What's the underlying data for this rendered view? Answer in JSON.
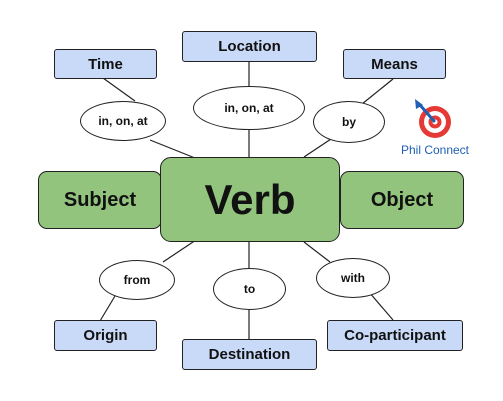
{
  "center": {
    "label": "Verb"
  },
  "subject": {
    "label": "Subject"
  },
  "object": {
    "label": "Object"
  },
  "roles": {
    "time": "Time",
    "location": "Location",
    "means": "Means",
    "origin": "Origin",
    "destination": "Destination",
    "co_participant": "Co-participant"
  },
  "prepositions": {
    "time": "in, on, at",
    "location": "in, on, at",
    "means": "by",
    "origin": "from",
    "destination": "to",
    "co_participant": "with"
  },
  "logo": {
    "text": "Phil Connect"
  },
  "colors": {
    "role_fill": "#c9daf8",
    "node_fill": "#93c47d",
    "oval_fill": "#ffffff",
    "line": "#222222",
    "logo_text": "#1f5fb4",
    "logo_target": "#e53935"
  }
}
